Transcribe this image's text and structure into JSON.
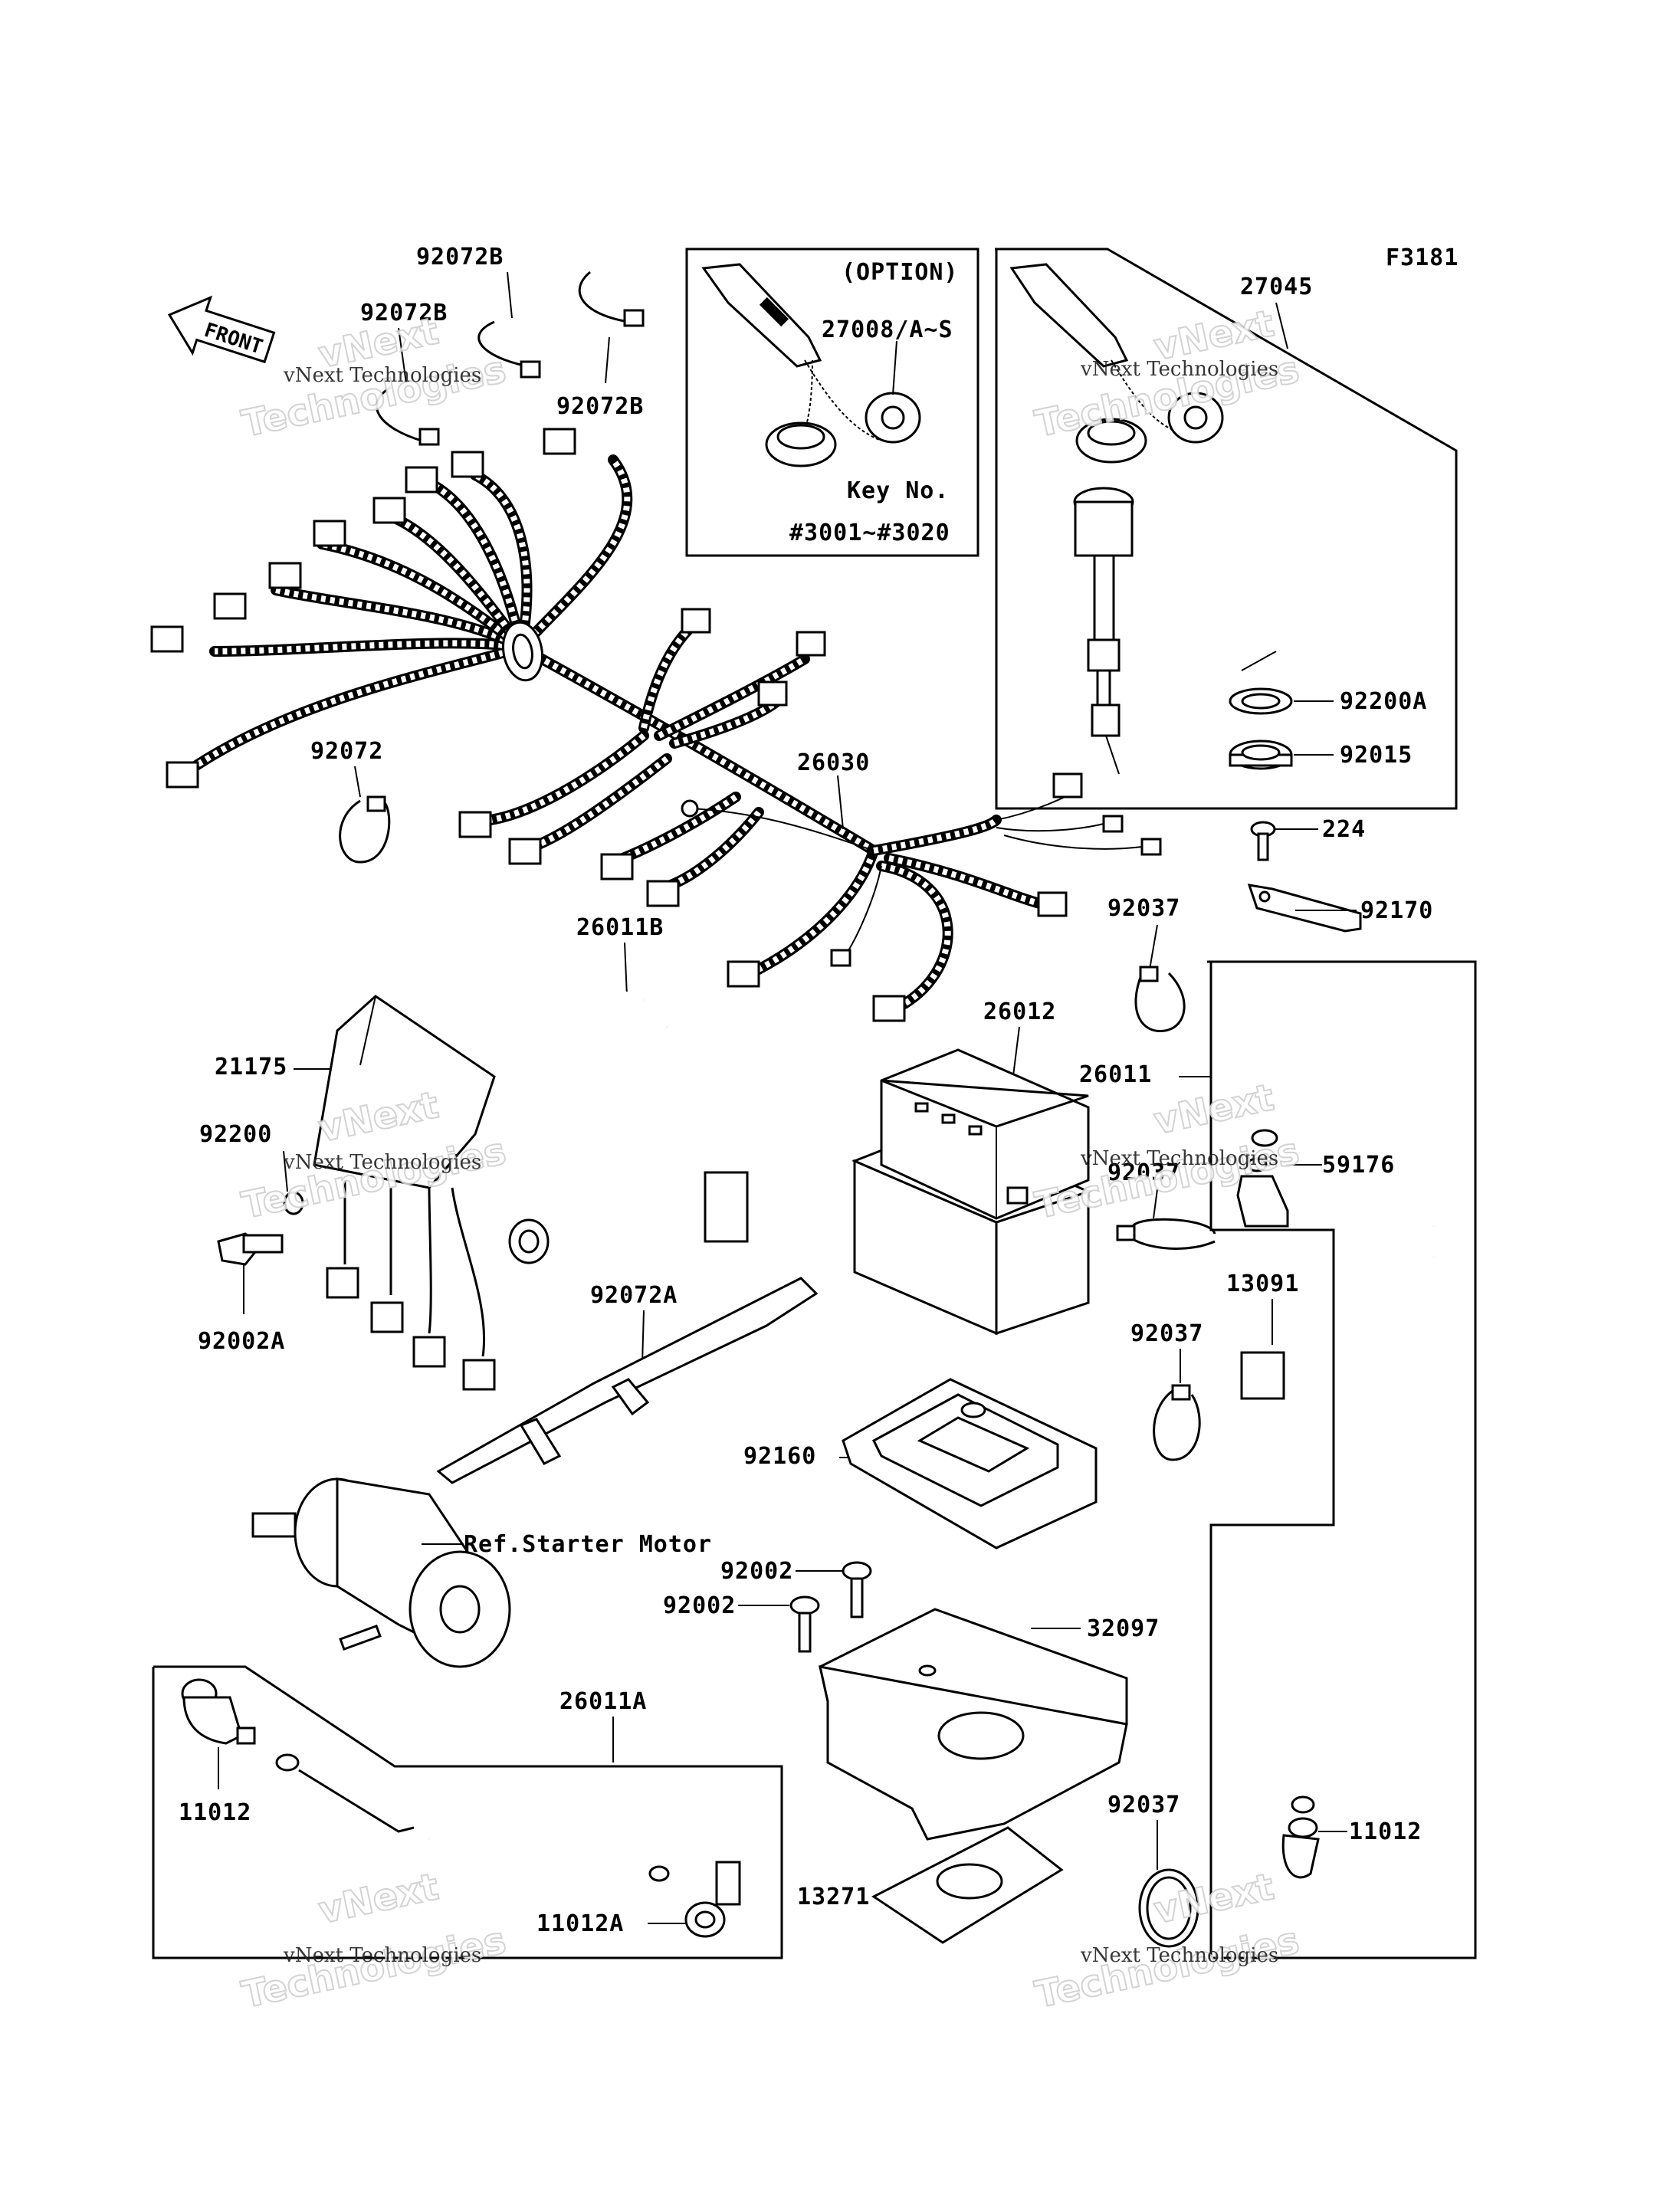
{
  "figure_code": "F3181",
  "front_label": "FRONT",
  "watermark": {
    "company_short": "vNext",
    "company_full": "vNext Technologies",
    "company_word": "Technologies"
  },
  "option_box": {
    "title": "(OPTION)",
    "part": "27008/A~S",
    "key_label": "Key No.",
    "key_range": "#3001~#3020"
  },
  "labels": {
    "p92072B_top": "92072B",
    "p92072B_left": "92072B",
    "p92072B_right": "92072B",
    "p27045": "27045",
    "p92200A": "92200A",
    "p92015": "92015",
    "p224": "224",
    "p92170": "92170",
    "p92072": "92072",
    "p26030": "26030",
    "p26011B": "26011B",
    "p92037_a": "92037",
    "p21175": "21175",
    "p26012": "26012",
    "p26011": "26011",
    "p92200": "92200",
    "p92037_b": "92037",
    "p59176": "59176",
    "p92002A": "92002A",
    "p92072A": "92072A",
    "p13091": "13091",
    "p92037_c": "92037",
    "p92160": "92160",
    "ref_starter": "Ref.Starter Motor",
    "p92002_a": "92002",
    "p92002_b": "92002",
    "p32097": "32097",
    "p26011A": "26011A",
    "p11012_left": "11012",
    "p11012_right": "11012",
    "p92037_d": "92037",
    "p13271": "13271",
    "p11012A": "11012A"
  }
}
